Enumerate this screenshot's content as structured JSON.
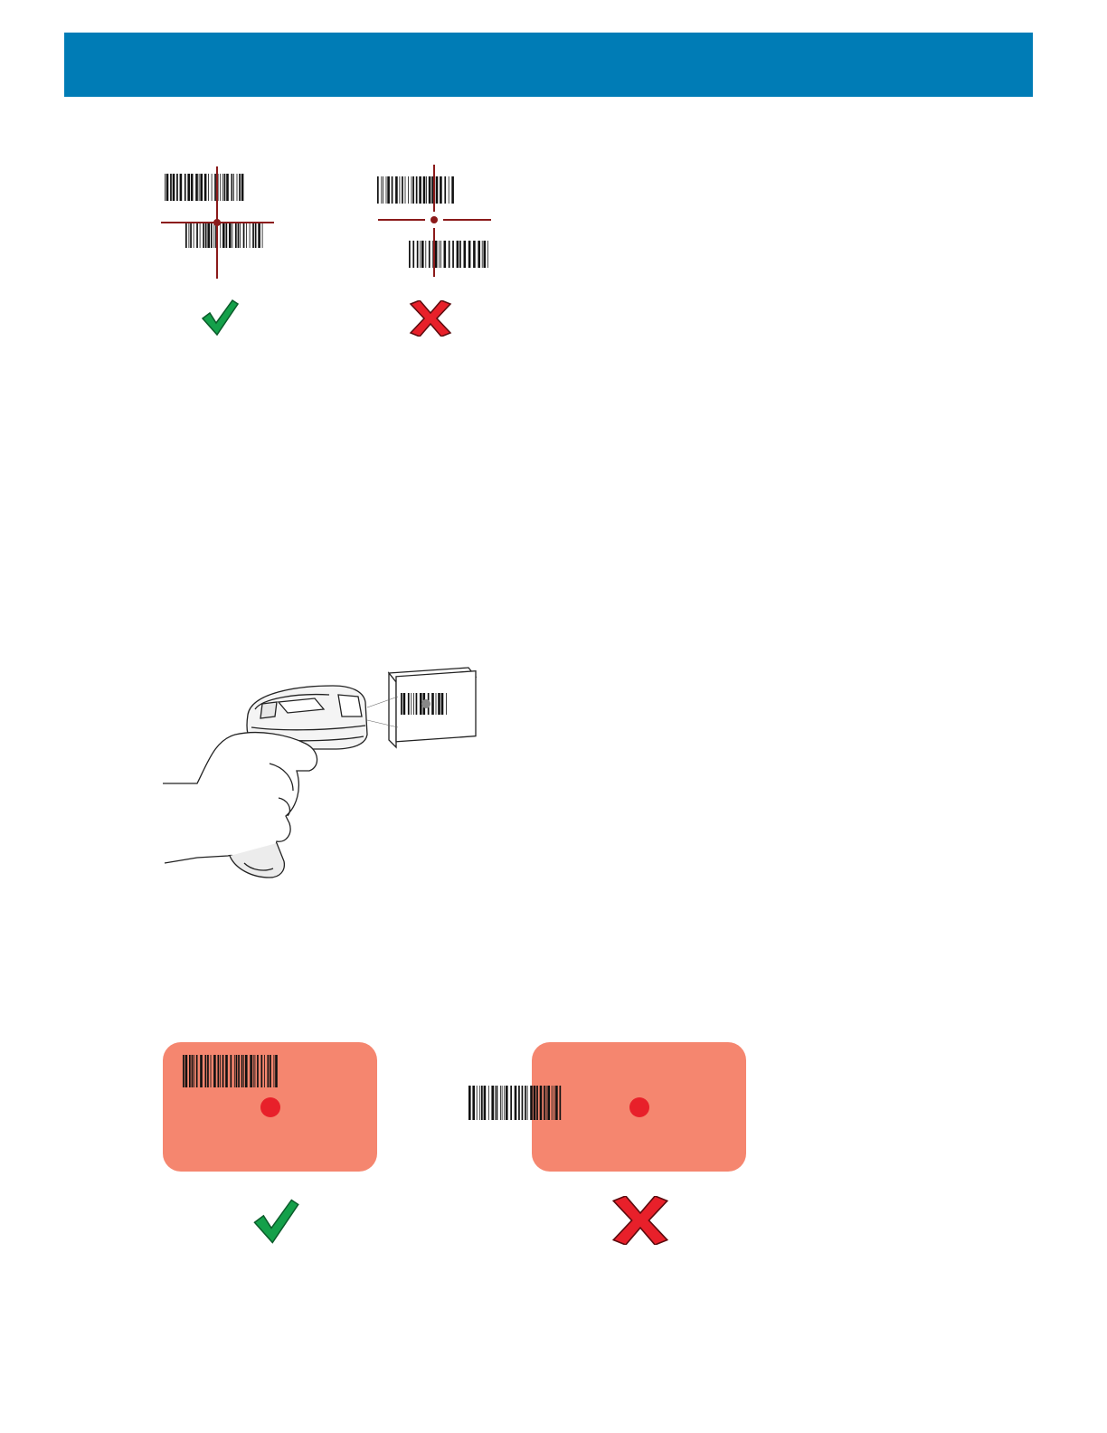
{
  "header": {
    "title": ""
  },
  "colors": {
    "header": "#007cb6",
    "crosshair": "#8b1a1a",
    "aim_panel": "#f5866f",
    "aim_dot": "#e8202a",
    "check": "#14a04a",
    "cross": "#e8202a"
  },
  "figures": [
    {
      "id": "crosshair-correct",
      "status": "correct",
      "icon": "check-icon"
    },
    {
      "id": "crosshair-incorrect",
      "status": "incorrect",
      "icon": "x-icon"
    },
    {
      "id": "scanner-aiming-box",
      "status": "illustration",
      "icon": "scanner-illustration"
    },
    {
      "id": "aim-pattern-correct",
      "status": "correct",
      "icon": "check-icon"
    },
    {
      "id": "aim-pattern-incorrect",
      "status": "incorrect",
      "icon": "x-icon"
    }
  ]
}
